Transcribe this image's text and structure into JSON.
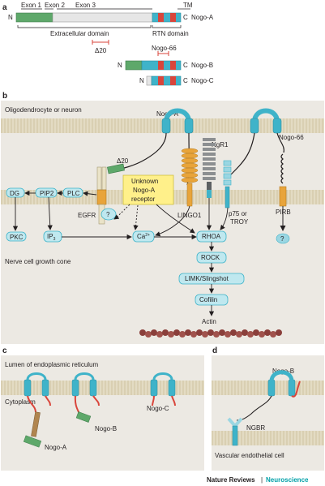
{
  "panel_a": {
    "letter": "a",
    "exon1": "Exon 1",
    "exon2": "Exon 2",
    "exon3": "Exon 3",
    "tm": "TM",
    "n": "N",
    "c": "C",
    "nogo_a": "Nogo-A",
    "extracellular": "Extracellular domain",
    "rtn": "RTN domain",
    "delta20": "Δ20",
    "nogo66": "Nogo-66",
    "nogo_b": "Nogo-B",
    "nogo_c": "Nogo-C"
  },
  "panel_b": {
    "letter": "b",
    "cell": "Oligodendrocyte or neuron",
    "nogo_a": "Nogo-A",
    "ngr1": "NgR1",
    "nogo66": "Nogo-66",
    "delta20": "Δ20",
    "unknown_line1": "Unknown",
    "unknown_line2": "Nogo-A",
    "unknown_line3": "receptor",
    "egfr": "EGFR",
    "lingo1": "LINGO1",
    "p75_line1": "p75 or",
    "p75_line2": "TROY",
    "pirb": "PIRB",
    "dg": "DG",
    "pip2": "PIP2",
    "plc": "PLC",
    "pkc": "PKC",
    "ip3": "IP",
    "ip3_sub": "3",
    "ca": "Ca",
    "ca_sup": "2+",
    "question": "?",
    "rhoa": "RHOA",
    "rock": "ROCK",
    "limk": "LIMK/Slingshot",
    "cofilin": "Cofilin",
    "actin": "Actin",
    "growth_cone": "Nerve cell growth cone"
  },
  "panel_c": {
    "letter": "c",
    "lumen": "Lumen of endoplasmic reticulum",
    "cytoplasm": "Cytoplasm",
    "nogo_a": "Nogo-A",
    "nogo_b": "Nogo-B",
    "nogo_c": "Nogo-C"
  },
  "panel_d": {
    "letter": "d",
    "nogo_b": "Nogo-B",
    "ngbr": "NGBR",
    "cell": "Vascular endothelial cell"
  },
  "footer": {
    "journal": "Nature Reviews",
    "sep": "|",
    "section": "Neuroscience"
  },
  "colors": {
    "membrane": "#d6cdb2",
    "membrane_line": "#bdb293",
    "blue": "#3fb3c9",
    "red": "#d9453b",
    "green": "#5ea86a",
    "orange": "#e8a43a",
    "yellow": "#fff08a",
    "ngr_gray": "#8c8f91",
    "actin": "#8a3f3b",
    "teal_text": "#00a0a8"
  }
}
